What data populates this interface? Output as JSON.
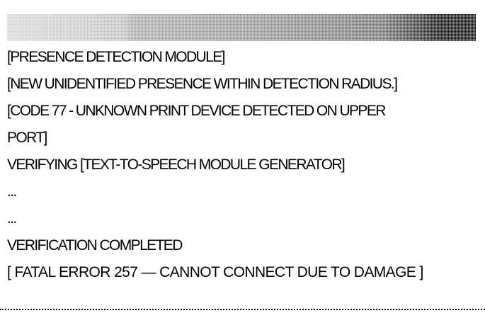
{
  "console": {
    "lines": [
      "[PRESENCE DETECTION MODULE]",
      "[NEW UNIDENTIFIED PRESENCE WITHIN DETECTION RADIUS.]",
      "[CODE 77 - UNKNOWN PRINT DEVICE DETECTED ON UPPER",
      "PORT]",
      "VERIFYING [TEXT-TO-SPEECH MODULE GENERATOR]",
      "...",
      "...",
      "VERIFICATION COMPLETED",
      "[ FATAL ERROR 257 — CANNOT CONNECT DUE TO DAMAGE ]"
    ]
  },
  "colors": {
    "text": "#000000",
    "background": "#ffffff",
    "bar_light": "#d4d4d4",
    "bar_dark": "#000000"
  }
}
